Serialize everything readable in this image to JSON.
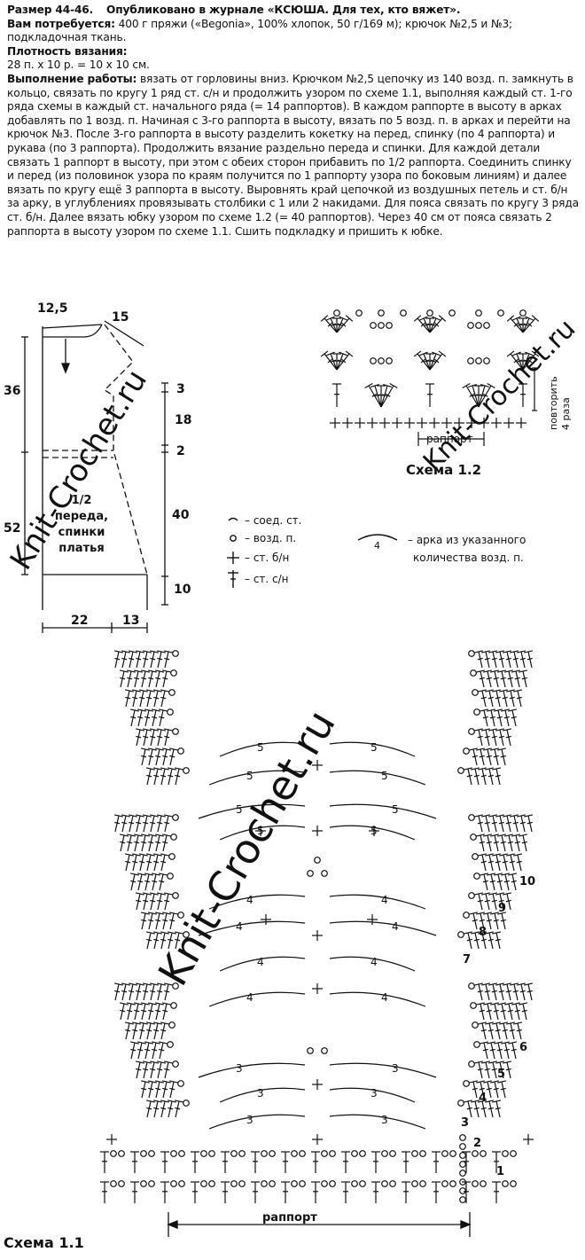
{
  "text": {
    "title": "Размер 44-46.",
    "published": "Опубликовано в журнале «КСЮША. Для тех, кто вяжет».",
    "materials_label": "Вам потребуется:",
    "materials": "400 г пряжи («Begonia», 100% хлопок, 50 г/169 м); крючок №2,5 и №3; подкладочная ткань.",
    "gauge_label": "Плотность вязания:",
    "gauge": "28 п. х 10 р. = 10 х 10 см.",
    "work_label": "Выполнение работы:",
    "work": "вязать от горловины вниз. Крючком №2,5 цепочку из 140 возд. п. замкнуть в кольцо, связать по кругу 1 ряд ст. с/н и продолжить узором по схеме 1.1, выполняя каждый ст. 1-го ряда схемы в каждый ст. начального ряда (= 14 раппортов). В каждом раппорте в высоту в арках добавлять по 1 возд. п. Начиная с 3-го раппорта в высоту, вязать по 5 возд. п. в арках и перейти на крючок №3. После 3-го раппорта в высоту разделить кокетку на перед, спинку (по 4 раппорта) и рукава (по 3 раппорта). Продолжить вязание раздельно переда и спинки. Для каждой детали связать 1 раппорт в высоту, при этом с обеих сторон прибавить по 1/2 раппорта. Соединить спинку и перед (из половинок узора по краям получится по 1 раппорту узора по боковым линиям) и далее вязать по кругу ещё 3 раппорта в высоту. Выровнять край цепочкой из воздушных петель и ст. б/н за арку, в углублениях провязывать столбики с 1 или 2 накидами. Для пояса связать по кругу 3 ряда ст. б/н. Далее вязать юбку узором по схеме 1.2 (= 40 раппортов). Через 40 см от пояса связать 2 раппорта в высоту узором по схеме 1.1. Сшить подкладку и пришить к юбке."
  },
  "pattern": {
    "dims": {
      "neck_width": "12,5",
      "shoulder": "15",
      "height_top": "36",
      "height_bottom": "52",
      "d3": "3",
      "d18": "18",
      "d2": "2",
      "d40": "40",
      "d10": "10",
      "hem_left": "22",
      "hem_right": "13"
    },
    "piece_label": [
      "1/2",
      "переда,",
      "спинки",
      "платья"
    ]
  },
  "legend": {
    "slip": "– соед. ст.",
    "chain": "– возд. п.",
    "sc": "– ст. б/н",
    "dc": "– ст. с/н",
    "arc_num": "4",
    "arc_line1": "– арка из указанного",
    "arc_line2": "количества возд. п."
  },
  "schema12": {
    "title": "Схема 1.2",
    "rapport": "раппорт",
    "repeat_line1": "повторить",
    "repeat_line2": "4 раза"
  },
  "schema11": {
    "title": "Схема 1.1",
    "rapport": "раппорт",
    "rows": [
      "1",
      "2",
      "3",
      "4",
      "5",
      "6",
      "7",
      "8",
      "9",
      "10"
    ],
    "arc_values": [
      "3",
      "4",
      "5"
    ]
  },
  "watermark": "Knit-Crochet.ru"
}
